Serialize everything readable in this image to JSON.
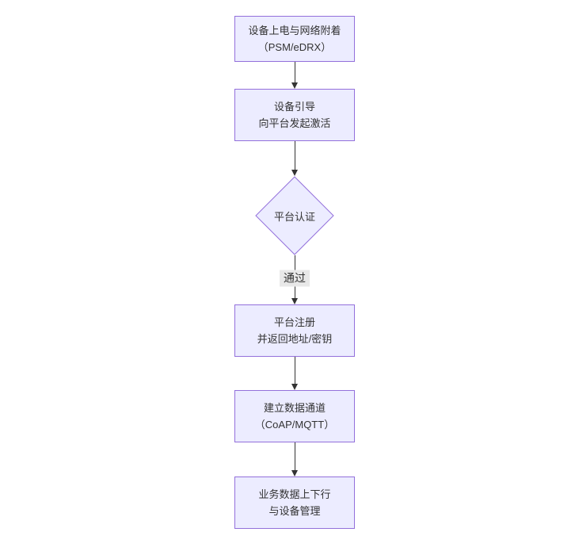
{
  "flowchart": {
    "nodes": [
      {
        "id": "power-attach",
        "shape": "rect",
        "lines": [
          "设备上电与网络附着",
          "（PSM/eDRX）"
        ]
      },
      {
        "id": "bootstrap",
        "shape": "rect",
        "lines": [
          "设备引导",
          "向平台发起激活"
        ]
      },
      {
        "id": "platform-auth",
        "shape": "diamond",
        "lines": [
          "平台认证"
        ]
      },
      {
        "id": "platform-register",
        "shape": "rect",
        "lines": [
          "平台注册",
          "并返回地址/密钥"
        ]
      },
      {
        "id": "data-channel",
        "shape": "rect",
        "lines": [
          "建立数据通道",
          "（CoAP/MQTT）"
        ]
      },
      {
        "id": "business-data",
        "shape": "rect",
        "lines": [
          "业务数据上下行",
          "与设备管理"
        ]
      }
    ],
    "edges": [
      {
        "from": "power-attach",
        "to": "bootstrap",
        "label": ""
      },
      {
        "from": "bootstrap",
        "to": "platform-auth",
        "label": ""
      },
      {
        "from": "platform-auth",
        "to": "platform-register",
        "label": "通过"
      },
      {
        "from": "platform-register",
        "to": "data-channel",
        "label": ""
      },
      {
        "from": "data-channel",
        "to": "business-data",
        "label": ""
      }
    ],
    "colors": {
      "page_bg": "#ffffff",
      "node_fill": "#ECECFF",
      "node_border": "#9370DB",
      "edge_line": "#333333",
      "edge_label_bg": "#e8e8e8",
      "text": "#333333"
    }
  }
}
